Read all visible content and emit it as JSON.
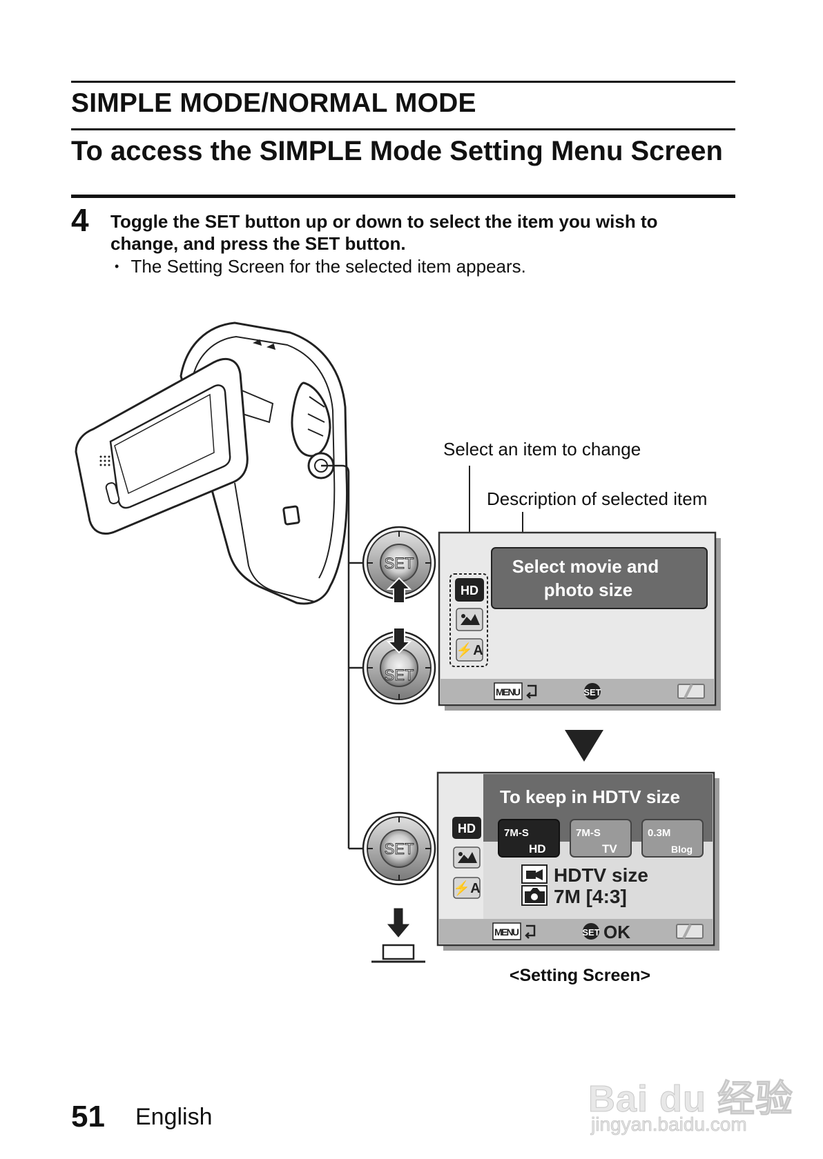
{
  "section_title": "SIMPLE MODE/NORMAL MODE",
  "subsection_title": "To access the SIMPLE Mode Setting Menu Screen",
  "step": {
    "number": "4",
    "line1": "Toggle the SET button up or down to select the item you wish to",
    "line2": "change, and press the SET button.",
    "bullet_mark": "•",
    "bullet": "The Setting Screen for the selected item appears."
  },
  "callouts": {
    "select_item": "Select an item to change",
    "description": "Description of selected item"
  },
  "set_button_label": "SET",
  "menu_screen": {
    "icons": [
      "HD",
      "scene-icon",
      "⚡A"
    ],
    "description_line1": "Select movie and",
    "description_line2": "photo size",
    "footer_menu": "MENU",
    "footer_set": "SET"
  },
  "setting_screen": {
    "heading": "To keep in HDTV size",
    "icons": [
      "HD",
      "scene-icon",
      "⚡A"
    ],
    "options": [
      {
        "top": "7M-S",
        "bottom": "HD"
      },
      {
        "top": "7M-S",
        "bottom": "TV"
      },
      {
        "top": "0.3M",
        "bottom": "Blog"
      }
    ],
    "movie_size": "HDTV size",
    "photo_size": "7M [4:3]",
    "footer_menu": "MENU",
    "footer_set": "SET",
    "footer_ok": "OK"
  },
  "caption": "<Setting Screen>",
  "page_number": "51",
  "language": "English",
  "watermark": {
    "top": "Bai du 经验",
    "bottom": "jingyan.baidu.com"
  }
}
